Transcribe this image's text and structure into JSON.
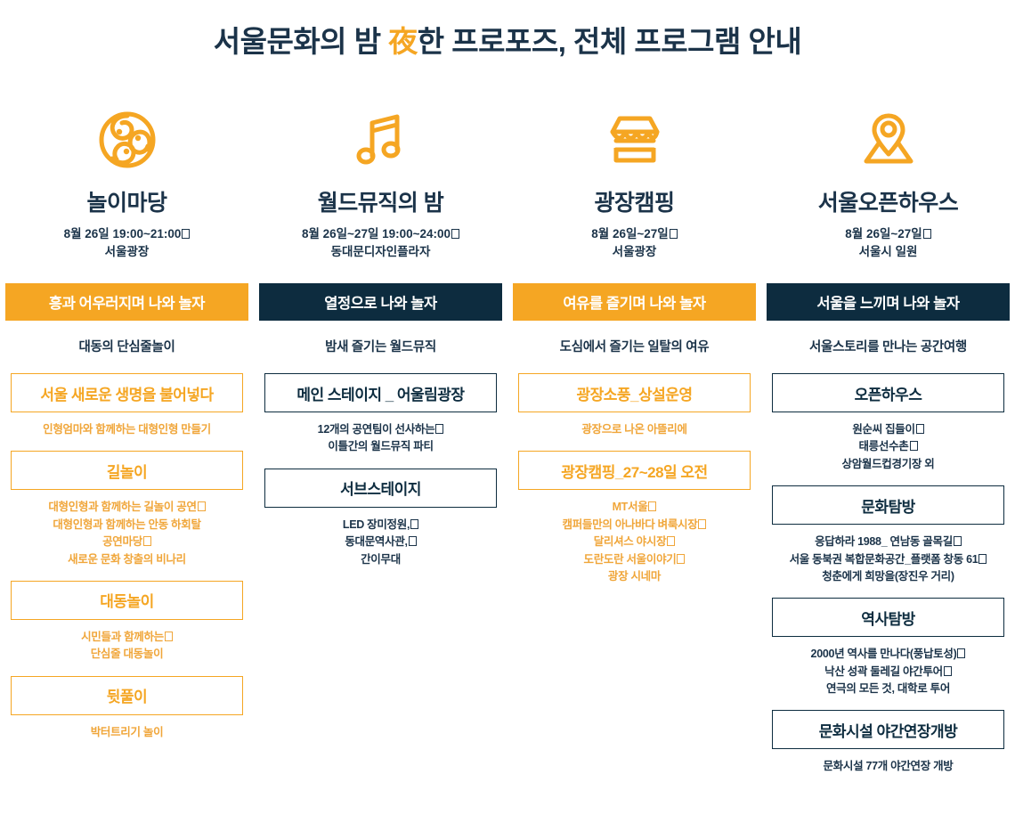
{
  "header": {
    "title_before": "서울문화의 밤 ",
    "title_accent": "夜",
    "title_after": "한 프로포즈, 전체 프로그램 안내"
  },
  "colors": {
    "orange": "#f5a623",
    "navy": "#0d2c3f",
    "text_navy": "#1b3349",
    "background": "#ffffff"
  },
  "columns": [
    {
      "icon": "triple-swirl-samtaegeuk-icon",
      "theme": "orange",
      "name": "놀이마당",
      "meta_line1": "8월 26일 19:00~21:00□",
      "meta_line2": "서울광장",
      "banner_title": "흥과 어우러지며 나와 놀자",
      "banner_sub": "대동의 단심줄놀이",
      "items": [
        {
          "title": "서울 새로운 생명을 불어넣다",
          "desc": [
            "인형엄마와 함께하는 대형인형 만들기"
          ]
        },
        {
          "title": "길놀이",
          "desc": [
            "대형인형과 함께하는 길놀이 공연□",
            "대형인형과 함께하는 안동 하회탈",
            "공연마당□",
            "새로운 문화 창출의 비나리"
          ]
        },
        {
          "title": "대동놀이",
          "desc": [
            "시민들과 함께하는□",
            "단심줄 대동놀이"
          ]
        },
        {
          "title": "뒷풀이",
          "desc": [
            "박터트리기 놀이"
          ]
        }
      ]
    },
    {
      "icon": "music-note-icon",
      "theme": "navy",
      "name": "월드뮤직의 밤",
      "meta_line1": "8월 26일~27일 19:00~24:00□",
      "meta_line2": "동대문디자인플라자",
      "banner_title": "열정으로 나와 놀자",
      "banner_sub": "밤새 즐기는 월드뮤직",
      "items": [
        {
          "title": "메인 스테이지 _ 어울림광장",
          "desc": [
            "12개의 공연팀이 선사하는□",
            "이틀간의 월드뮤직 파티"
          ]
        },
        {
          "title": "서브스테이지",
          "desc": [
            "LED 장미정원,□",
            "동대문역사관,□",
            "간이무대"
          ]
        }
      ]
    },
    {
      "icon": "market-stall-icon",
      "theme": "orange",
      "name": "광장캠핑",
      "meta_line1": "8월 26일~27일□",
      "meta_line2": "서울광장",
      "banner_title": "여유를 즐기며 나와 놀자",
      "banner_sub": "도심에서 즐기는 일탈의 여유",
      "items": [
        {
          "title": "광장소풍_상설운영",
          "desc": [
            "광장으로 나온 아뜰리에"
          ]
        },
        {
          "title": "광장캠핑_27~28일 오전",
          "desc": [
            "MT서울□",
            "캠퍼들만의 아나바다 벼룩시장□",
            "달리셔스 야시장□",
            "도란도란 서울이야기□",
            "광장 시네마"
          ]
        }
      ]
    },
    {
      "icon": "map-pin-icon",
      "theme": "navy",
      "name": "서울오픈하우스",
      "meta_line1": "8월 26일~27일□",
      "meta_line2": "서울시 일원",
      "banner_title": "서울을 느끼며 나와 놀자",
      "banner_sub": "서울스토리를 만나는 공간여행",
      "items": [
        {
          "title": "오픈하우스",
          "desc": [
            "원순씨 집들이□",
            "태릉선수촌□",
            "상암월드컵경기장 외"
          ]
        },
        {
          "title": "문화탐방",
          "desc": [
            "응답하라 1988_ 연남동 골목길□",
            "서울 동북권 복합문화공간_플랫폼 창동 61□",
            "청춘에게 희망을(장진우 거리)"
          ]
        },
        {
          "title": "역사탐방",
          "desc": [
            "2000년 역사를 만나다(풍납토성)□",
            "낙산 성곽 둘레길 야간투어□",
            "연극의 모든 것, 대학로 투어"
          ]
        },
        {
          "title": "문화시설 야간연장개방",
          "desc": [
            "문화시설 77개 야간연장 개방"
          ]
        }
      ]
    }
  ]
}
